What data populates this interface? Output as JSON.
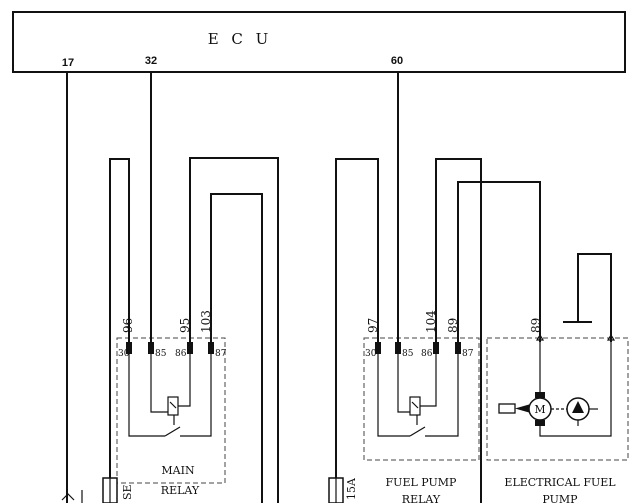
{
  "ecu": {
    "label": "E C U",
    "pins": [
      "17",
      "32",
      "60"
    ]
  },
  "wires": {
    "w96": "96",
    "w95": "95",
    "w103": "103",
    "w97": "97",
    "w104": "104",
    "w89a": "89",
    "w89b": "89"
  },
  "main_relay": {
    "terminals": [
      "30",
      "85",
      "86",
      "87"
    ],
    "label_line1": "MAIN",
    "label_line2": "RELAY"
  },
  "fuel_pump_relay": {
    "terminals": [
      "30",
      "85",
      "86",
      "87"
    ],
    "label_line1": "FUEL PUMP",
    "label_line2": "RELAY"
  },
  "electrical_fuel_pump": {
    "label_line1": "ELECTRICAL FUEL",
    "label_line2": "PUMP",
    "motor_symbol": "M"
  },
  "fuses": {
    "fuse1": "SE",
    "fuse2": "15A"
  }
}
